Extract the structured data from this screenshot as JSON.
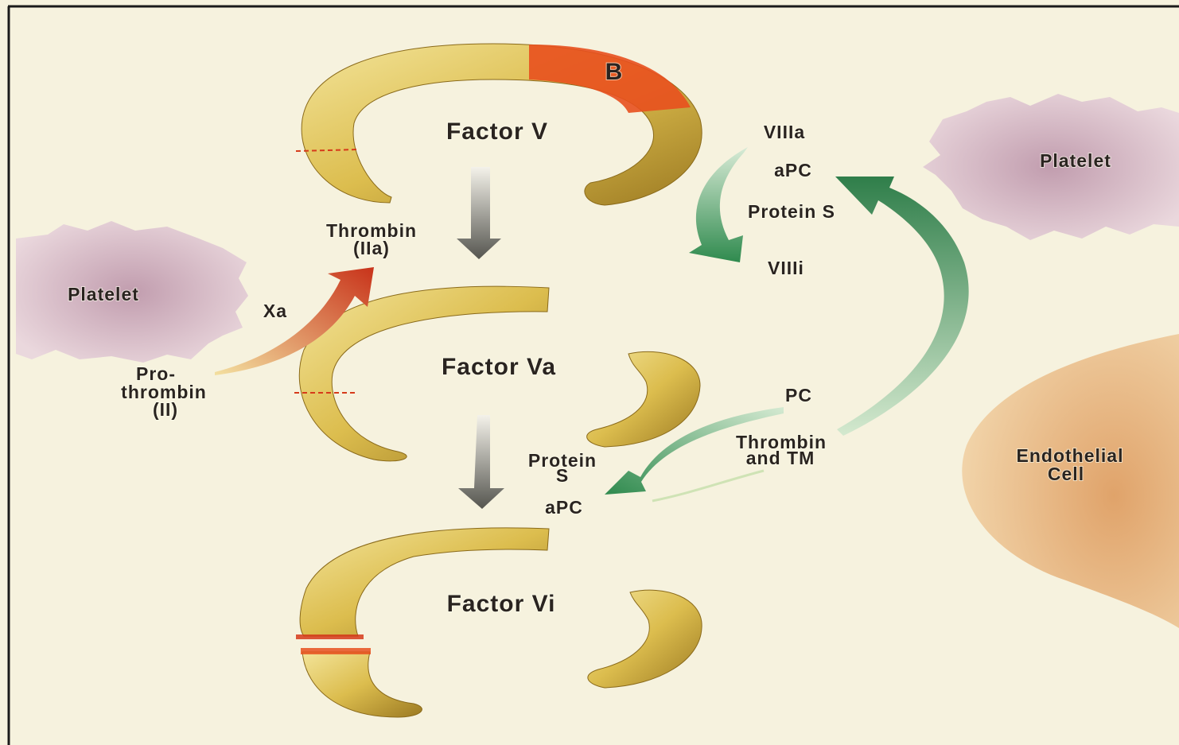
{
  "colors": {
    "background": "#f6f2de",
    "frame": "#1a1a1a",
    "factor_body": "#d8b84a",
    "b_domain": "#e8501e",
    "cleavage": "#d63a1a",
    "inhibit_arrow": "#2f8a4e",
    "activate_arrow": "#d8401a",
    "conversion_arrow": "#6a6a66",
    "platelet": "#a77f97",
    "endothelial": "#e7b478"
  },
  "icons": {
    "conversion_arrow": "down-arrow-icon",
    "inhibit_arrow": "curved-arrow-icon",
    "activation_arrow": "curved-arrow-icon"
  },
  "factors": {
    "v": "Factor V",
    "b_domain": "B",
    "va": "Factor Va",
    "vi": "Factor Vi"
  },
  "cells": {
    "platelet_left": "Platelet",
    "platelet_right": "Platelet",
    "endothelial_line1": "Endothelial",
    "endothelial_line2": "Cell"
  },
  "activation": {
    "thrombin_line1": "Thrombin",
    "thrombin_line2": "(IIa)",
    "xa": "Xa",
    "prothrombin_line1": "Pro-",
    "prothrombin_line2": "thrombin",
    "prothrombin_line3": "(II)"
  },
  "viii_pathway": {
    "viiia": "VIIIa",
    "apc": "aPC",
    "protein_s": "Protein S",
    "viiii": "VIIIi"
  },
  "pc_pathway": {
    "pc": "PC",
    "thrombin_tm_line1": "Thrombin",
    "thrombin_tm_line2": "and TM",
    "protein_s_line1": "Protein",
    "protein_s_line2": "S",
    "apc": "aPC"
  }
}
